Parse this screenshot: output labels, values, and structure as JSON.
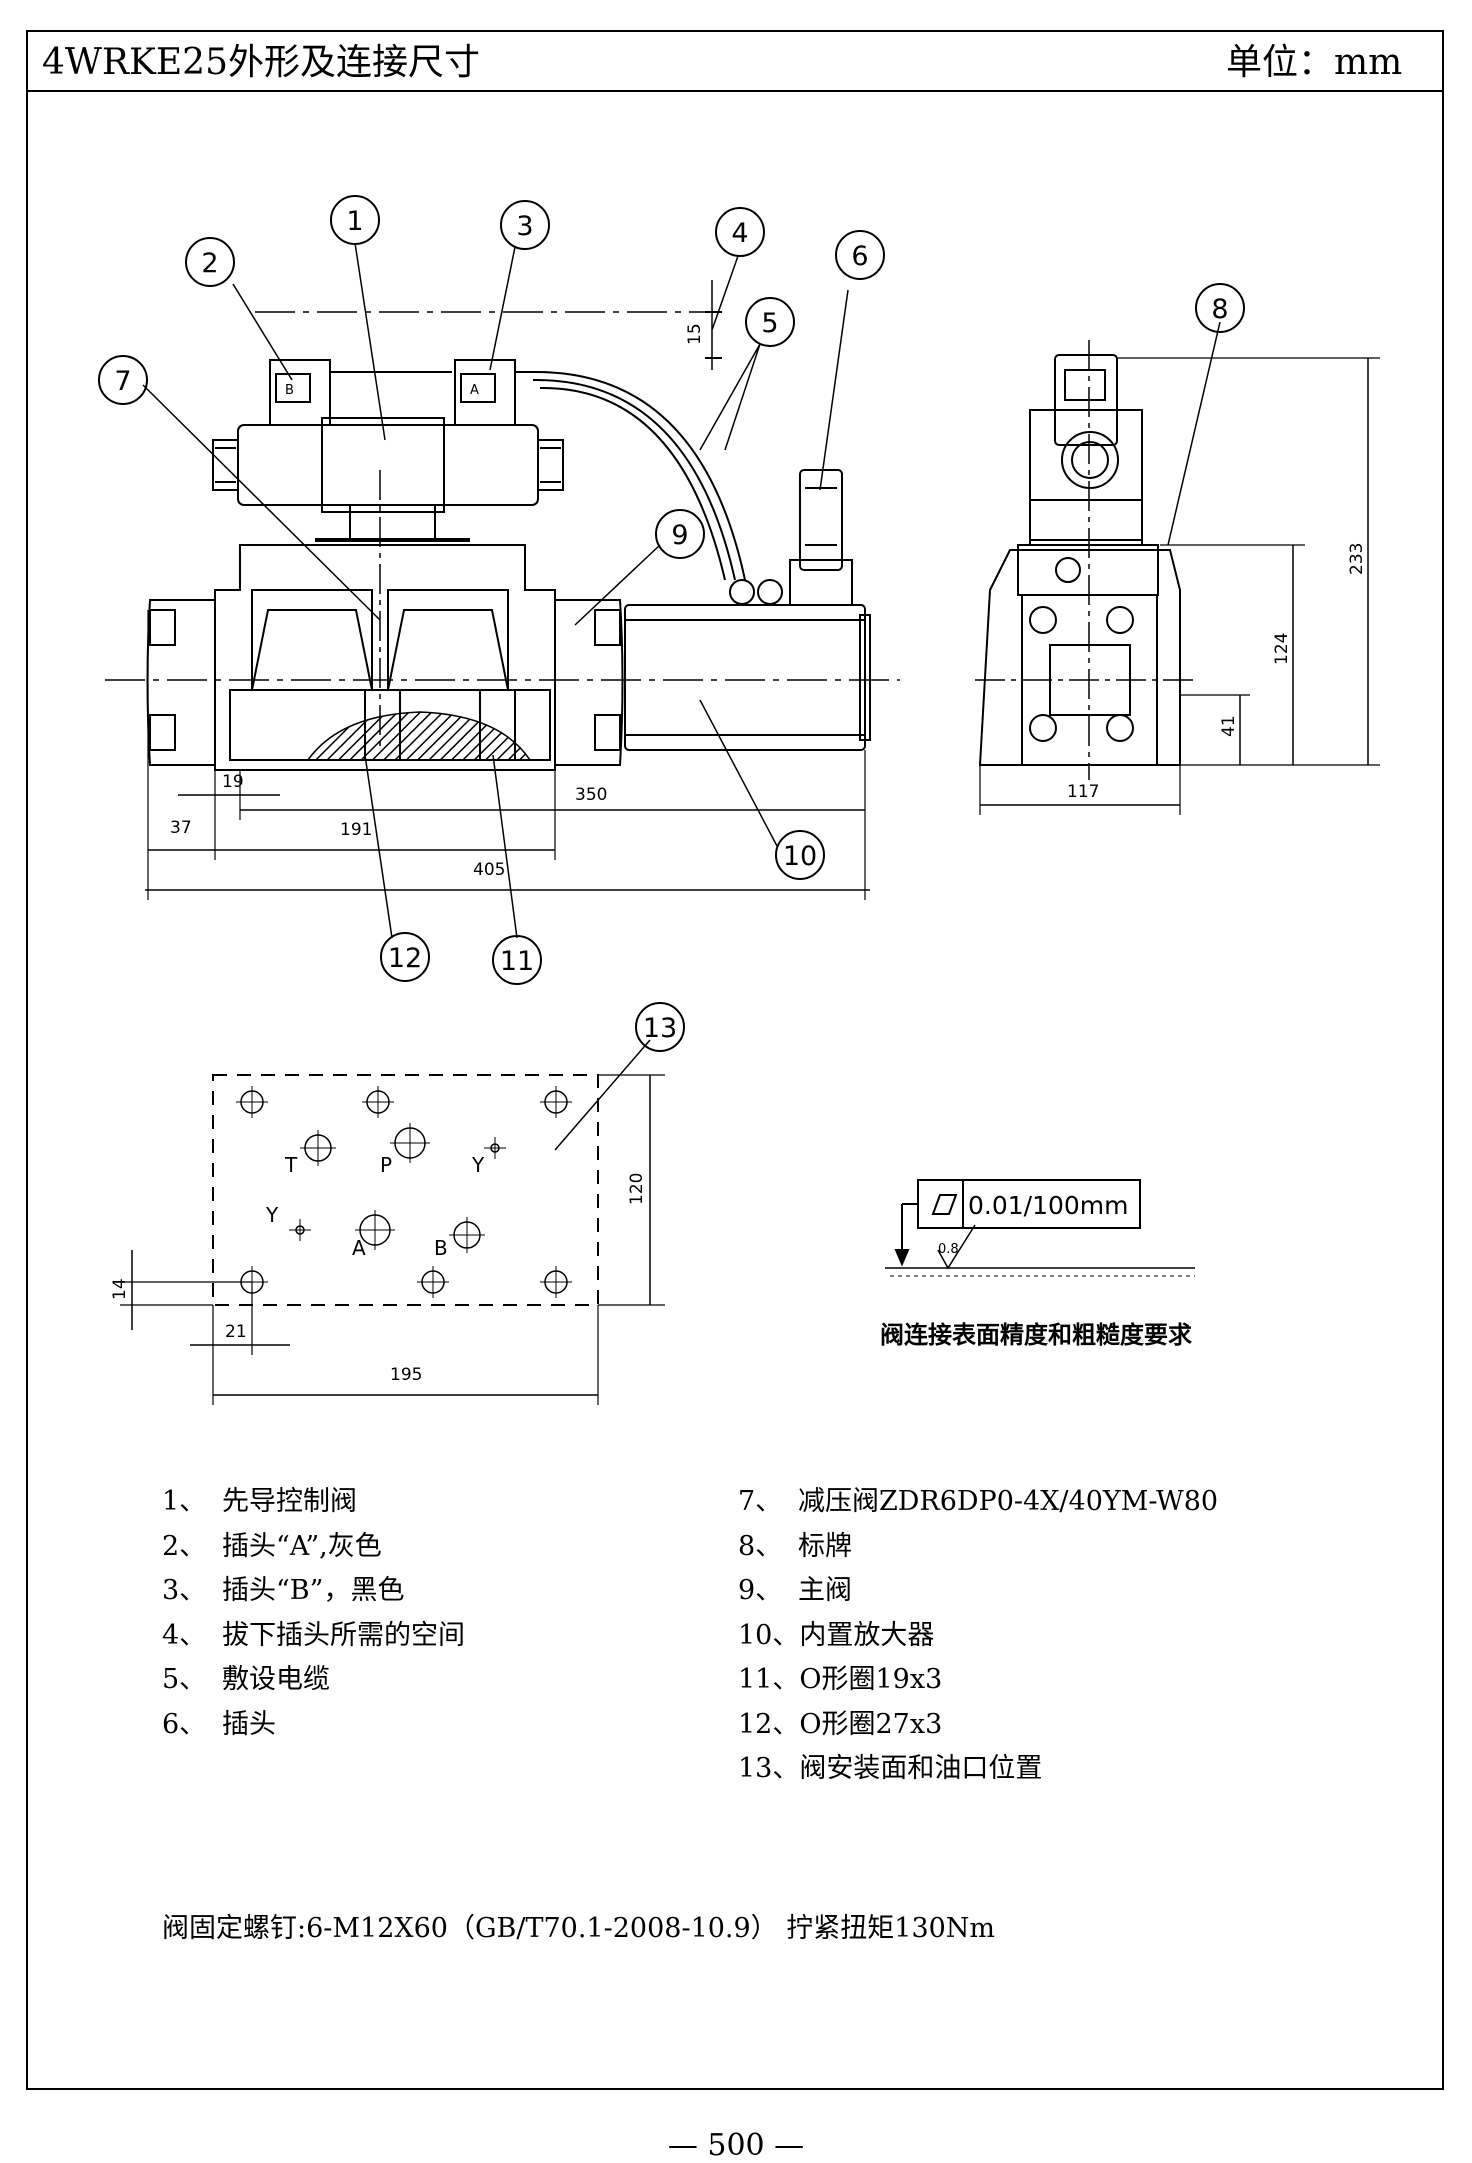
{
  "header": {
    "title": "4WRKE25外形及连接尺寸",
    "unit": "单位：mm"
  },
  "drawing": {
    "callouts": [
      "1",
      "2",
      "3",
      "4",
      "5",
      "6",
      "7",
      "8",
      "9",
      "10",
      "11",
      "12",
      "13"
    ],
    "dimensions": {
      "front": [
        "15",
        "19",
        "37",
        "191",
        "350",
        "405"
      ],
      "side": [
        "233",
        "124",
        "41",
        "117"
      ],
      "mounting": [
        "120",
        "14",
        "21",
        "195"
      ]
    },
    "port_labels": [
      "T",
      "P",
      "Y",
      "Y",
      "A",
      "B"
    ],
    "solenoid_marks": [
      "B",
      "A"
    ],
    "surface_spec": {
      "tolerance": "0.01/100mm",
      "roughness": "0.8",
      "caption": "阀连接表面精度和粗糙度要求"
    }
  },
  "legend_left": [
    {
      "num": "1、",
      "text": "先导控制阀"
    },
    {
      "num": "2、",
      "text": "插头“A”,灰色"
    },
    {
      "num": "3、",
      "text": "插头“B”，黑色"
    },
    {
      "num": "4、",
      "text": "拔下插头所需的空间"
    },
    {
      "num": "5、",
      "text": "敷设电缆"
    },
    {
      "num": "6、",
      "text": "插头"
    }
  ],
  "legend_right": [
    {
      "num": "7、",
      "text": "减压阀ZDR6DP0-4X/40YM-W80"
    },
    {
      "num": "8、",
      "text": "标牌"
    },
    {
      "num": "9、",
      "text": "主阀"
    },
    {
      "num": "10、",
      "text": "内置放大器"
    },
    {
      "num": "11、",
      "text": "O形圈19x3"
    },
    {
      "num": "12、",
      "text": "O形圈27x3"
    },
    {
      "num": "13、",
      "text": "阀安装面和油口位置"
    }
  ],
  "note": "阀固定螺钉:6-M12X60（GB/T70.1-2008-10.9）  拧紧扭矩130Nm",
  "page_number": "— 500 —"
}
